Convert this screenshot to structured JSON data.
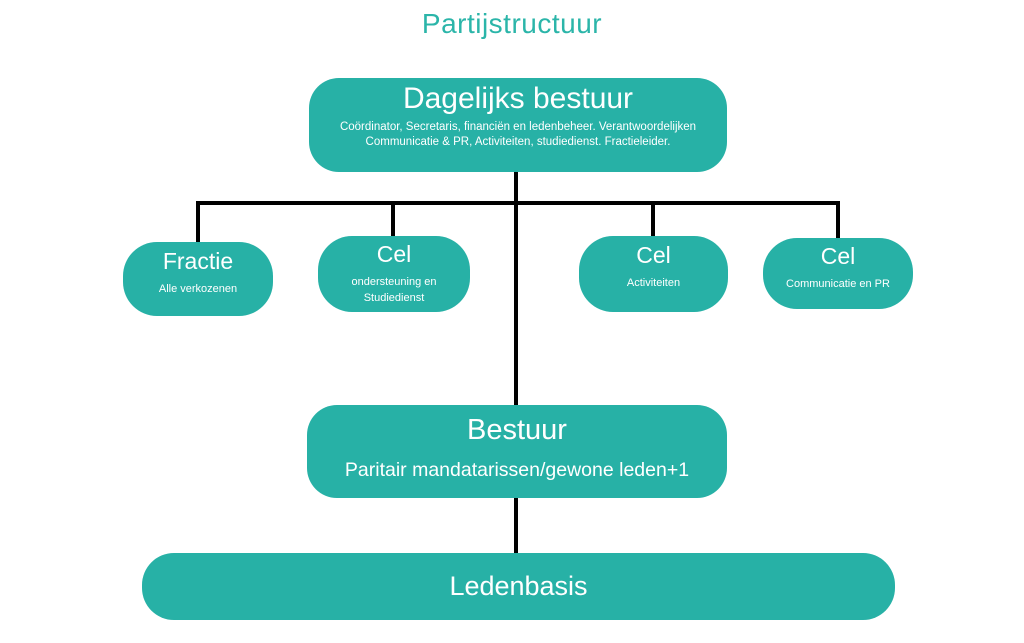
{
  "page_title": "Partijstructuur",
  "colors": {
    "node_fill": "#27b1a6",
    "title_text": "#2bb5a9",
    "connector": "#000000",
    "node_text": "#ffffff"
  },
  "diagram": {
    "root": {
      "title": "Dagelijks bestuur",
      "subtitle": "Coördinator, Secretaris, financiën en ledenbeheer. Verantwoordelijken Communicatie & PR, Activiteiten, studiedienst. Fractieleider."
    },
    "branches": [
      {
        "title": "Fractie",
        "subtitle": "Alle verkozenen"
      },
      {
        "title": "Cel",
        "subtitle": "ondersteuning en Studiedienst"
      },
      {
        "title": "Cel",
        "subtitle": "Activiteiten"
      },
      {
        "title": "Cel",
        "subtitle": "Communicatie en PR"
      }
    ],
    "bestuur": {
      "title": "Bestuur",
      "subtitle": "Paritair mandatarissen/gewone leden+1"
    },
    "base": {
      "title": "Ledenbasis"
    }
  }
}
